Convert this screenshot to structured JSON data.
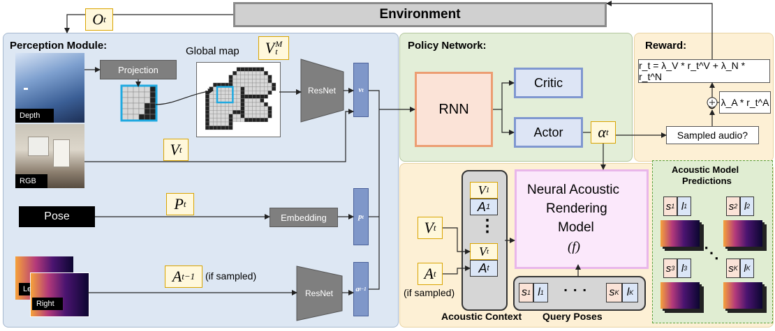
{
  "environment": {
    "label": "Environment"
  },
  "perception": {
    "title": "Perception Module:",
    "depth_label": "Depth",
    "rgb_label": "RGB",
    "projection_label": "Projection",
    "global_map_label": "Global map",
    "global_map_symbol": "V",
    "global_map_sup": "M",
    "global_map_sub": "t",
    "resnet_label": "ResNet",
    "v_feature": "v",
    "v_feature_sub": "t",
    "vt_symbol": "V",
    "vt_sub": "t",
    "pose_label": "Pose",
    "pt_symbol": "P",
    "pt_sub": "t",
    "embedding_label": "Embedding",
    "p_feature": "p",
    "p_feature_sub": "t",
    "left_label": "Left",
    "right_label": "Right",
    "a_prev_symbol": "A",
    "a_prev_sub": "t−1",
    "if_sampled": "(if sampled)",
    "resnet2_label": "ResNet",
    "a_feature": "a",
    "a_feature_sub": "t−1"
  },
  "observation": {
    "symbol": "O",
    "sub": "t"
  },
  "policy": {
    "title": "Policy Network:",
    "rnn_label": "RNN",
    "critic_label": "Critic",
    "actor_label": "Actor",
    "alpha_symbol": "α",
    "alpha_sub": "t"
  },
  "reward": {
    "title": "Reward:",
    "equation": "r_t = λ_V * r_t^V + λ_N * r_t^N",
    "aux_term": "λ_A * r_t^A",
    "plus": "⊕",
    "sampled_audio": "Sampled audio?"
  },
  "acoustic": {
    "model_line1": "Neural Acoustic",
    "model_line2": "Rendering",
    "model_line3": "Model",
    "model_symbol": "(f)",
    "context_label": "Acoustic Context",
    "query_label": "Query Poses",
    "vt_input": "V",
    "at_input": "A",
    "at_if_sampled": "(if sampled)",
    "ctx_v1": "V",
    "ctx_a1": "A",
    "ctx_vt": "V",
    "ctx_at": "A",
    "ctx_dots": "⋮",
    "query_s1": "s",
    "query_l1": "l",
    "query_sk": "s",
    "query_lk": "l",
    "query_dots": "▪ ▪ ▪",
    "predictions_title_1": "Acoustic Model",
    "predictions_title_2": "Predictions",
    "pred_dots": "⋱",
    "sub_1": "1",
    "sub_2": "2",
    "sub_3": "3",
    "sub_k": "K"
  },
  "colors": {
    "perception_bg": "#dde7f3",
    "policy_bg": "#e3eed8",
    "reward_bg": "#fdf0d5",
    "acoustic_bg": "#fdf0d5",
    "rnn_fill": "#fbe3d7",
    "rnn_border": "#ec9d72",
    "critic_fill": "#dde5f5",
    "critic_border": "#7f97d0",
    "model_fill": "#fbe8fb",
    "model_border": "#e9b6ea",
    "feature_fill": "#7f97c9",
    "symbol_fill": "#fff8dc",
    "symbol_border": "#d9a400",
    "highlight": "#1fa9e0"
  }
}
